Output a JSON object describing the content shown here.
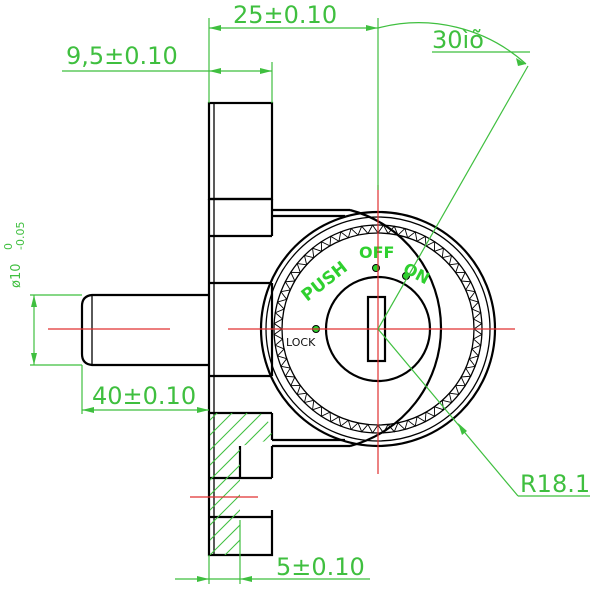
{
  "dimensions": {
    "top_width": "25±0.10",
    "flange_width": "9,5±0.10",
    "angle": "30ìõ",
    "shaft_diameter": "ø10",
    "shaft_tol_upper": "0",
    "shaft_tol_lower": "-0.05",
    "shaft_length": "40±0.10",
    "radius": "R18.1",
    "bottom_width": "5±0.10"
  },
  "labels": {
    "push": "PUSH",
    "off": "OFF",
    "on": "ON",
    "lock": "LOCK"
  },
  "colors": {
    "outline": "#000000",
    "dimension": "#3fbf3f",
    "centerline": "#e03030",
    "label": "#2fd02f"
  }
}
